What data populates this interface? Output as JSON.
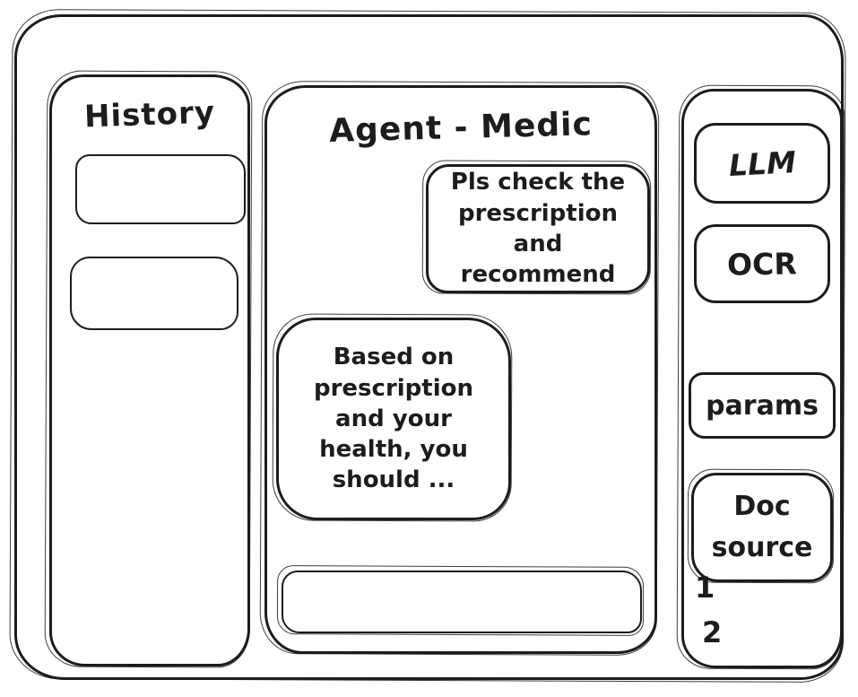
{
  "app": {
    "background": "#ffffff",
    "stroke_color": "#1c1c1c"
  },
  "history_panel": {
    "title": "History",
    "items": [
      {
        "label": ""
      },
      {
        "label": ""
      }
    ]
  },
  "chat_panel": {
    "title": "Agent - Medic",
    "messages": [
      {
        "role": "user",
        "text": "Pls check the\nprescription\nand recommend"
      },
      {
        "role": "assistant",
        "text": "Based on\nprescription\nand your\nhealth, you\nshould ..."
      }
    ],
    "input_value": ""
  },
  "tools_panel": {
    "buttons": [
      {
        "label": "LLM"
      },
      {
        "label": "OCR"
      },
      {
        "label": "params"
      },
      {
        "label": "Doc\nsource"
      }
    ],
    "doc_numbers": [
      "1",
      "2"
    ]
  }
}
